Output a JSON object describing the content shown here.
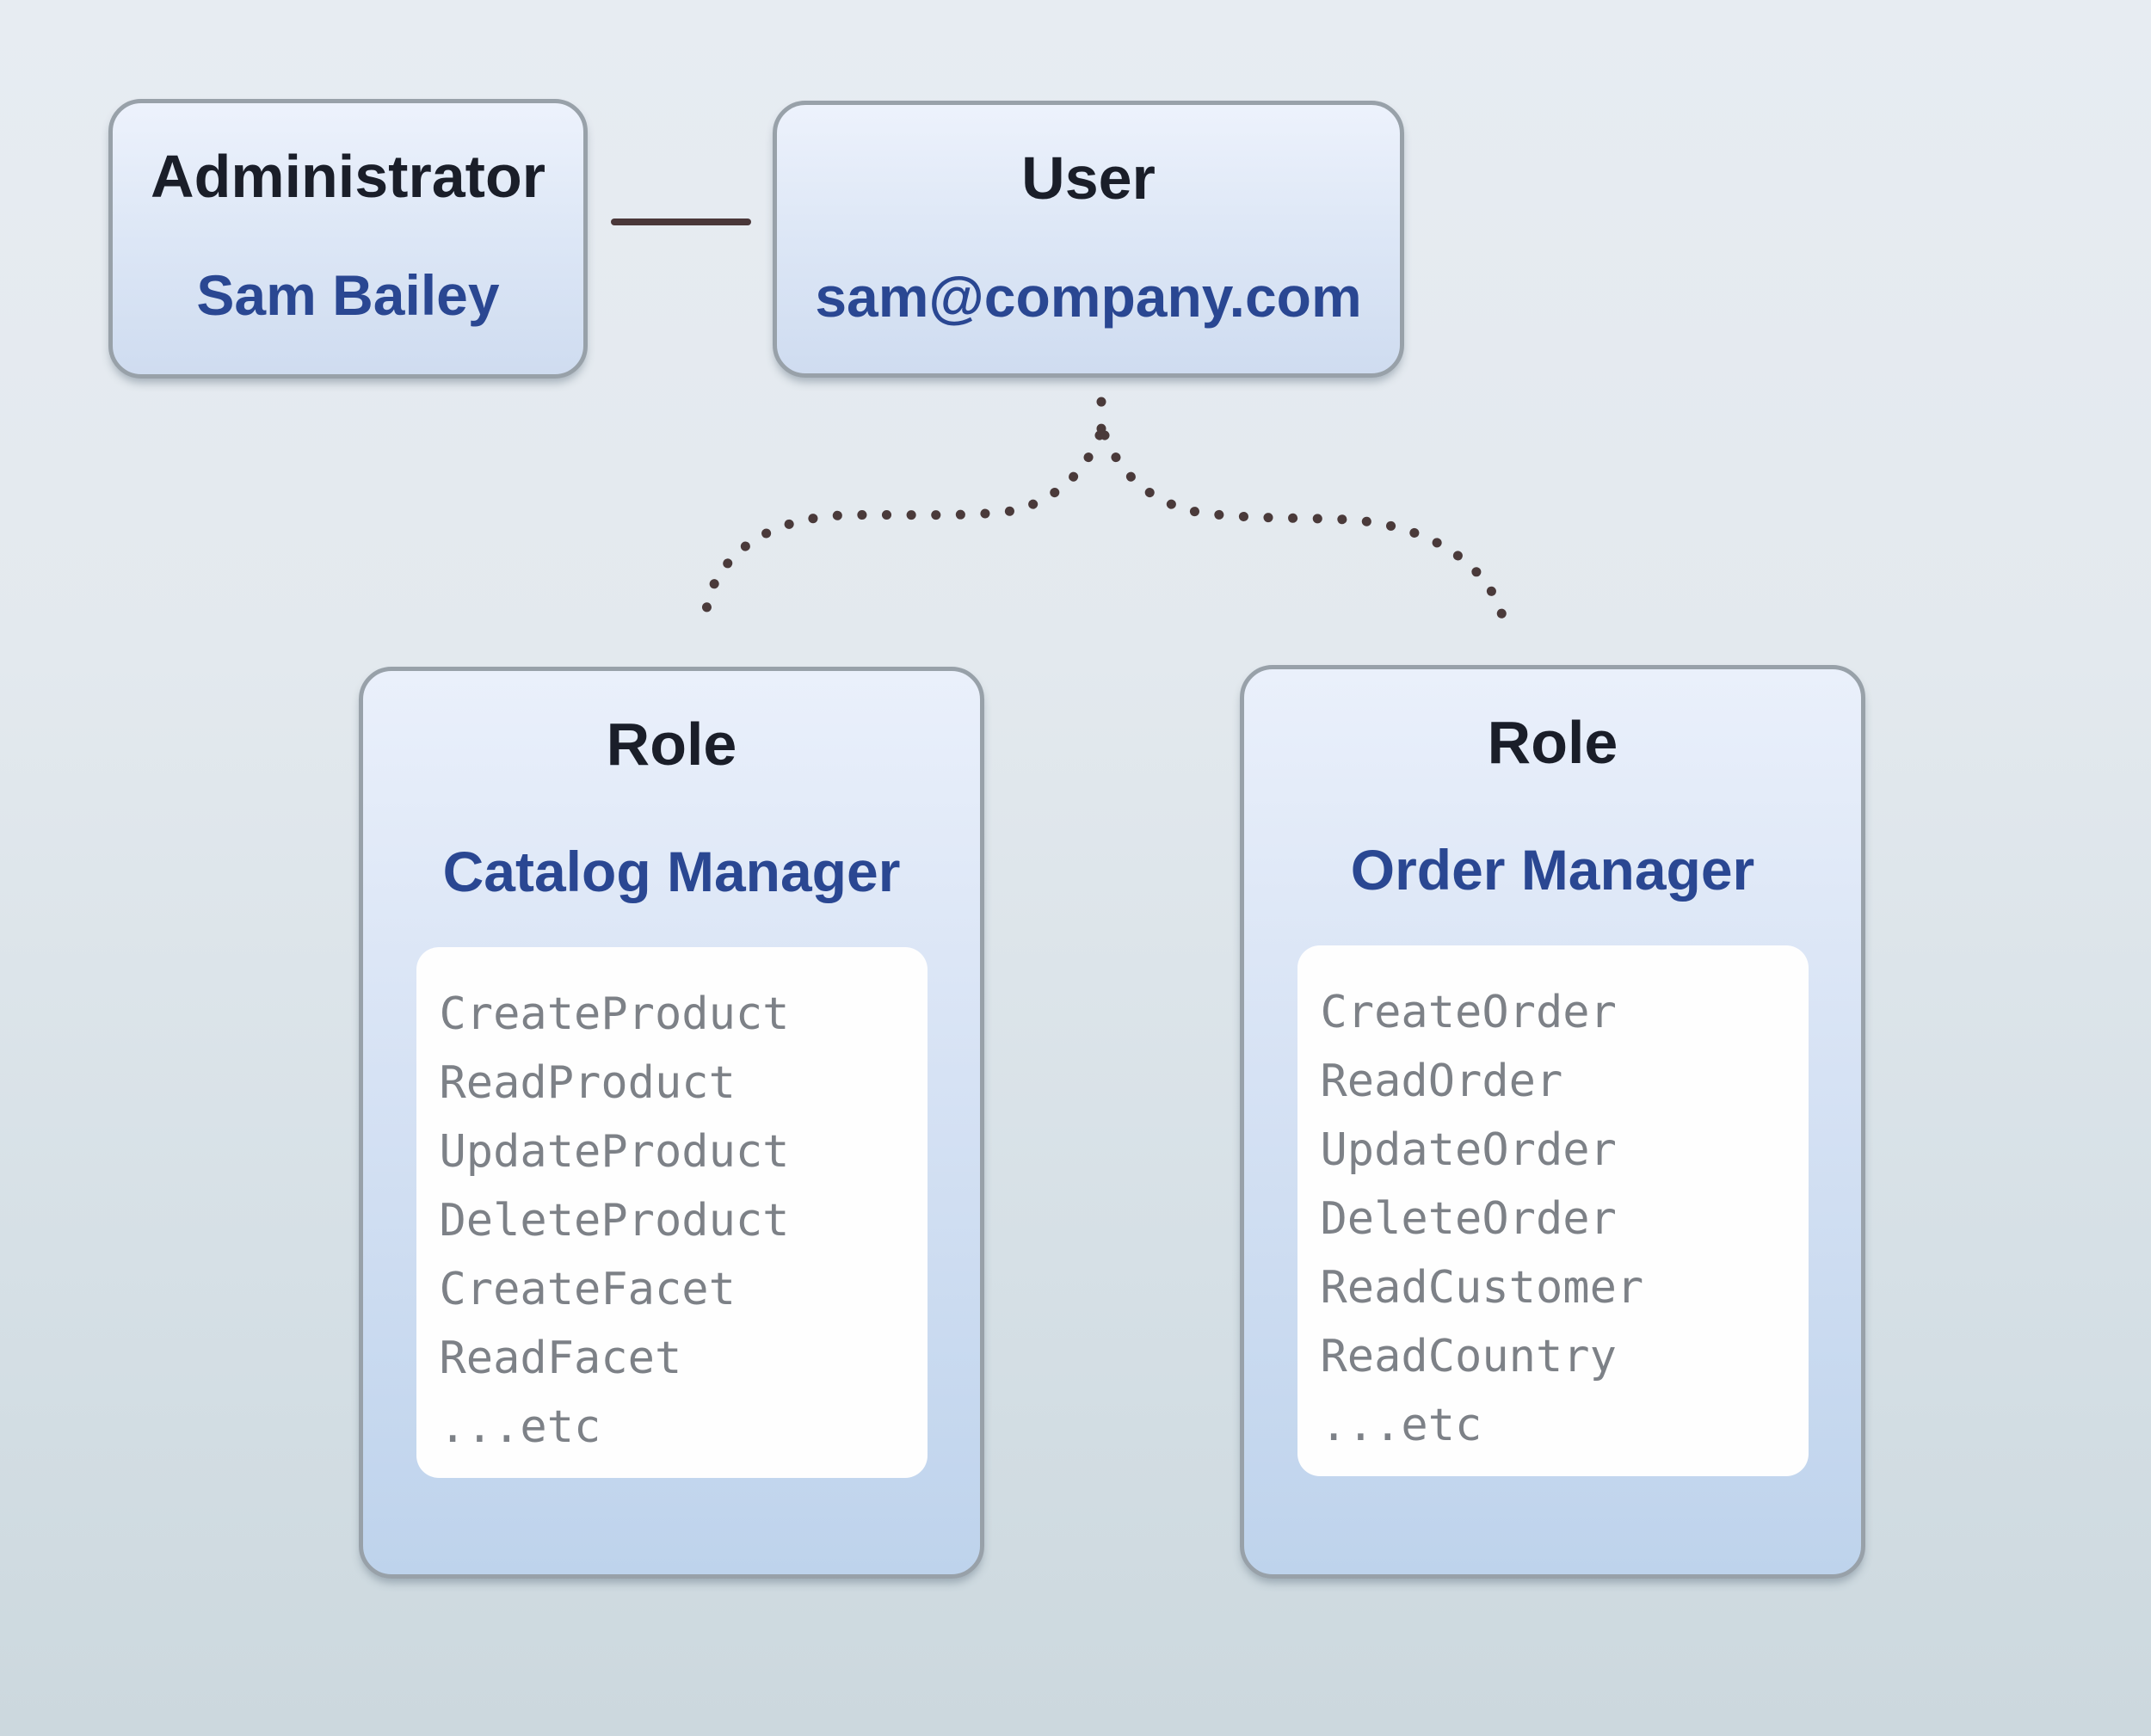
{
  "diagram": {
    "nodes": {
      "admin": {
        "title": "Administrator",
        "subtitle": "Sam Bailey"
      },
      "user": {
        "title": "User",
        "subtitle": "sam@company.com"
      },
      "role_catalog": {
        "title": "Role",
        "subtitle": "Catalog Manager",
        "permissions": [
          "CreateProduct",
          "ReadProduct",
          "UpdateProduct",
          "DeleteProduct",
          "CreateFacet",
          "ReadFacet",
          "...etc"
        ]
      },
      "role_order": {
        "title": "Role",
        "subtitle": "Order Manager",
        "permissions": [
          "CreateOrder",
          "ReadOrder",
          "UpdateOrder",
          "DeleteOrder",
          "ReadCustomer",
          "ReadCountry",
          "...etc"
        ]
      }
    },
    "colors": {
      "background_top": "#e7ecf2",
      "background_bottom": "#ccd8de",
      "box_border": "#98a1a9",
      "box_fill_top": "#edf2fc",
      "small_box_fill_bottom": "#cfdcf0",
      "large_box_fill_bottom": "#bed3ec",
      "inner_panel_fill": "#fefefe",
      "title_text": "#1a1e29",
      "accent_text": "#2a4792",
      "permission_text": "#7d8187",
      "connector_line": "#4a3739",
      "connector_dots": "#4a3a3a"
    }
  }
}
